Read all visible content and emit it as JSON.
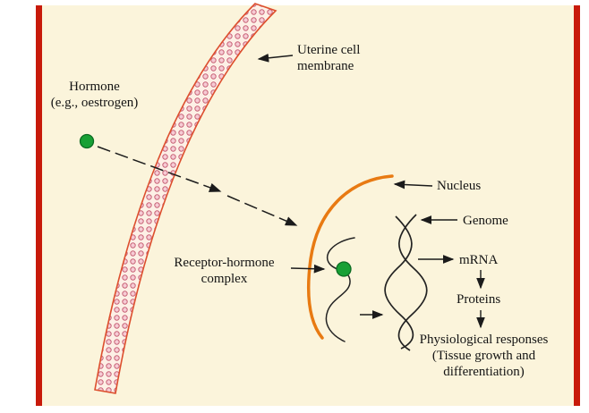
{
  "diagram": {
    "title_hint": "Hormone action on uterine cell",
    "labels": {
      "membrane": {
        "line1": "Uterine cell",
        "line2": "membrane"
      },
      "hormone": {
        "line1": "Hormone",
        "line2": "(e.g., oestrogen)"
      },
      "nucleus": "Nucleus",
      "genome": "Genome",
      "mrna": "mRNA",
      "proteins": "Proteins",
      "receptor": {
        "line1": "Receptor-hormone",
        "line2": "complex"
      },
      "physiological": {
        "line1": "Physiological responses",
        "line2": "(Tissue growth and",
        "line3": "differentiation)"
      }
    },
    "colors": {
      "background_cream": "#FBF4DB",
      "page_edge_red": "#C81A0A",
      "membrane_edge": "#DD4F2E",
      "membrane_cell_fill": "#F6CBD4",
      "membrane_cell_stroke": "#C96478",
      "nucleus_orange": "#E87A12",
      "hormone_green": "#18A035",
      "line_black": "#1B1B1B"
    }
  }
}
